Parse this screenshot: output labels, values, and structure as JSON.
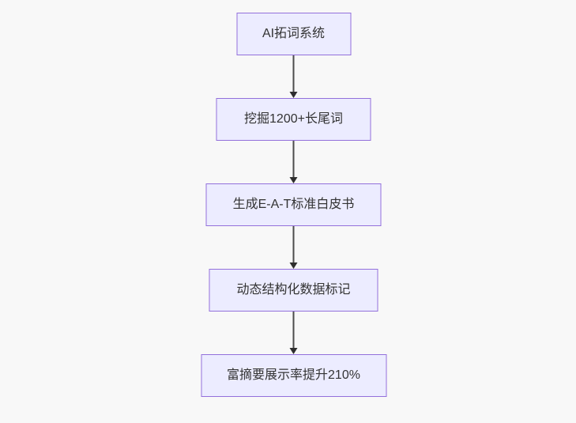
{
  "page": {
    "background_color": "#f8f8f8"
  },
  "flowchart": {
    "type": "flowchart",
    "direction": "top-down",
    "node_fill_color": "#ececff",
    "node_border_color": "#9370db",
    "node_text_color": "#333333",
    "arrow_color": "#333333",
    "nodes": [
      {
        "id": "n1",
        "label": "AI拓词系统"
      },
      {
        "id": "n2",
        "label": "挖掘1200+长尾词"
      },
      {
        "id": "n3",
        "label": "生成E-A-T标准白皮书"
      },
      {
        "id": "n4",
        "label": "动态结构化数据标记"
      },
      {
        "id": "n5",
        "label": "富摘要展示率提升210%"
      }
    ],
    "edges": [
      {
        "from": "n1",
        "to": "n2"
      },
      {
        "from": "n2",
        "to": "n3"
      },
      {
        "from": "n3",
        "to": "n4"
      },
      {
        "from": "n4",
        "to": "n5"
      }
    ]
  }
}
